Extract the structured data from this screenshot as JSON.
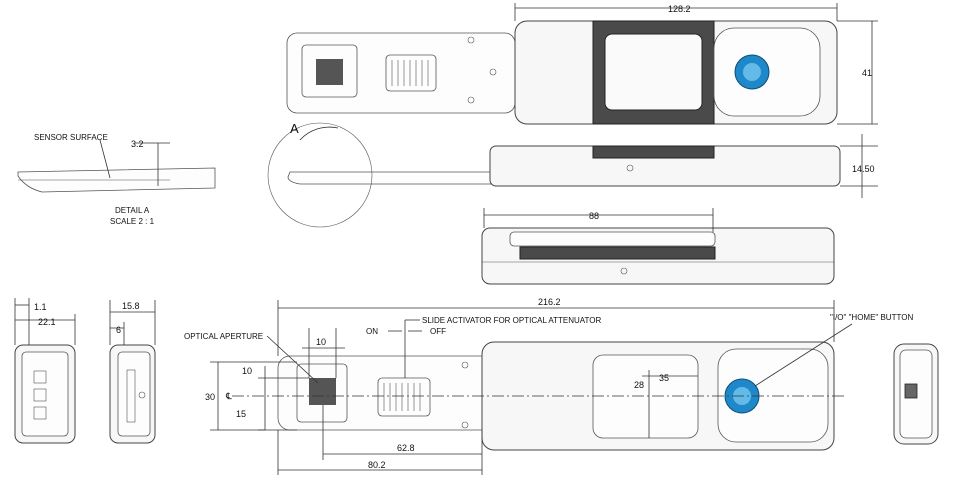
{
  "colors": {
    "line": "#333333",
    "dark_panel": "#4a4a4a",
    "button_blue": "#2aa3e0"
  },
  "top_view": {
    "dim_width": "128.2",
    "dim_height": "41"
  },
  "side_view": {
    "dim_thickness": "14.50"
  },
  "detail": {
    "circle_label": "A",
    "sensor_label": "SENSOR SURFACE",
    "dim_depth": "3.2",
    "title": "DETAIL A",
    "scale": "SCALE 2 : 1"
  },
  "closed_view": {
    "dim_length": "88"
  },
  "end_views": {
    "dim_a": "1.1",
    "dim_b": "22.1",
    "dim_c": "15.8",
    "dim_d": "6"
  },
  "front_view": {
    "dim_total": "216.2",
    "optical_aperture": "OPTICAL APERTURE",
    "slide_activator": "SLIDE ACTIVATOR FOR OPTICAL ATTENUATOR",
    "on": "ON",
    "off": "OFF",
    "home_button": "\"I/O\" \"HOME\" BUTTON",
    "dim_10_top": "10",
    "dim_10_left": "10",
    "dim_30": "30",
    "dim_15": "15",
    "centerline": "℄",
    "dim_62_8": "62.8",
    "dim_80_2": "80.2",
    "dim_35": "35",
    "dim_28": "28"
  }
}
